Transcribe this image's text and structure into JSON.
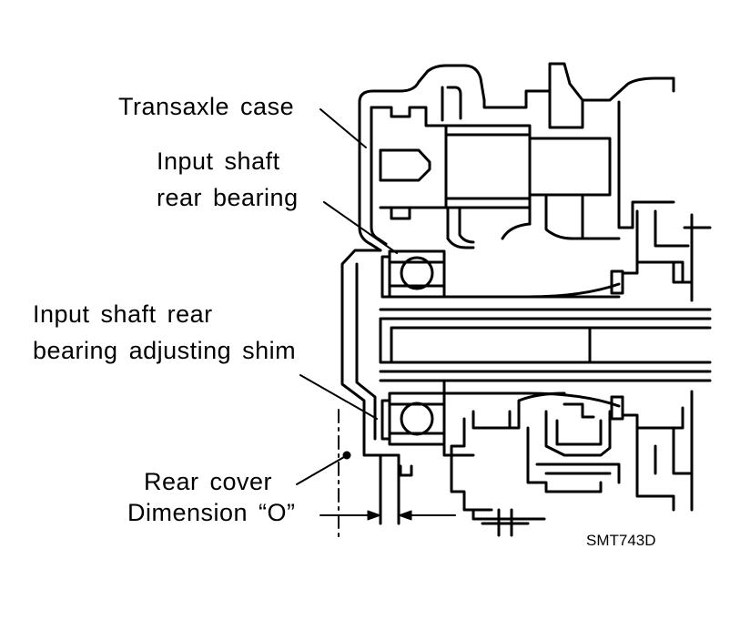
{
  "labels": {
    "transaxle_case": "Transaxle case",
    "input_shaft_rear_bearing_1": "Input shaft",
    "input_shaft_rear_bearing_2": "rear bearing",
    "adjusting_shim_1": "Input shaft rear",
    "adjusting_shim_2": "bearing adjusting shim",
    "rear_cover": "Rear cover",
    "dimension": "Dimension “O”"
  },
  "figure_code": "SMT743D",
  "colors": {
    "ink": "#000000",
    "paper": "#ffffff"
  }
}
